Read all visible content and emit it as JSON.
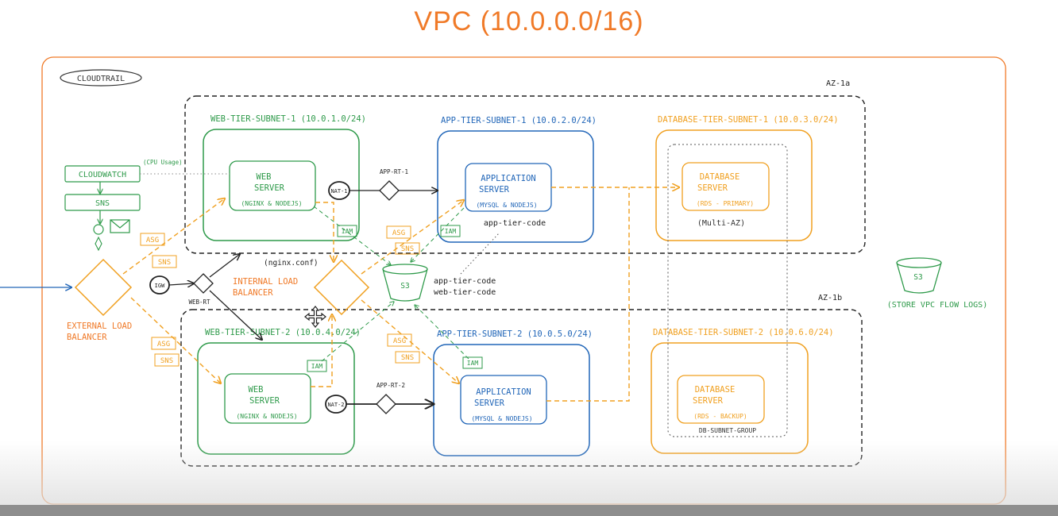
{
  "title": "VPC (10.0.0.0/16)",
  "colors": {
    "orange": "#f07a28",
    "amber": "#f0a020",
    "green": "#2e9a4a",
    "blue": "#2166b8",
    "black": "#222222"
  },
  "cloudtrail": "CLOUDTRAIL",
  "cloudwatch": "CLOUDWATCH",
  "cpu_usage": "(CPU Usage)",
  "sns": "SNS",
  "az1": "AZ-1a",
  "az2": "AZ-1b",
  "subnets": {
    "web1": "WEB-TIER-SUBNET-1 (10.0.1.0/24)",
    "app1": "APP-TIER-SUBNET-1 (10.0.2.0/24)",
    "db1": "DATABASE-TIER-SUBNET-1 (10.0.3.0/24)",
    "web2": "WEB-TIER-SUBNET-2 (10.0.4.0/24)",
    "app2": "APP-TIER-SUBNET-2 (10.0.5.0/24)",
    "db2": "DATABASE-TIER-SUBNET-2 (10.0.6.0/24)"
  },
  "web_server": {
    "line1": "WEB",
    "line2": "SERVER",
    "sub": "(NGINX & NODEJS)"
  },
  "app_server": {
    "line1": "APPLICATION",
    "line2": "SERVER",
    "sub": "(MYSQL & NODEJS)"
  },
  "db_primary": {
    "line1": "DATABASE",
    "line2": "SERVER",
    "sub": "(RDS - PRIMARY)"
  },
  "db_backup": {
    "line1": "DATABASE",
    "line2": "SERVER",
    "sub": "(RDS - BACKUP)"
  },
  "multi_az": "(Multi-AZ)",
  "db_subnet_group": "DB-SUBNET-GROUP",
  "nat1": "NAT-1",
  "nat2": "NAT-2",
  "app_rt1": "APP-RT-1",
  "app_rt2": "APP-RT-2",
  "igw": "IGW",
  "web_rt": "WEB-RT",
  "iam": "IAM",
  "asg": "ASG",
  "app_tier_code": "app-tier-code",
  "web_tier_code": "web-tier-code",
  "nginx_conf": "(nginx.conf)",
  "s3": "S3",
  "s3_flow": "(STORE VPC FLOW LOGS)",
  "external_lb": {
    "line1": "EXTERNAL LOAD",
    "line2": "BALANCER"
  },
  "internal_lb": {
    "line1": "INTERNAL LOAD",
    "line2": "BALANCER"
  }
}
